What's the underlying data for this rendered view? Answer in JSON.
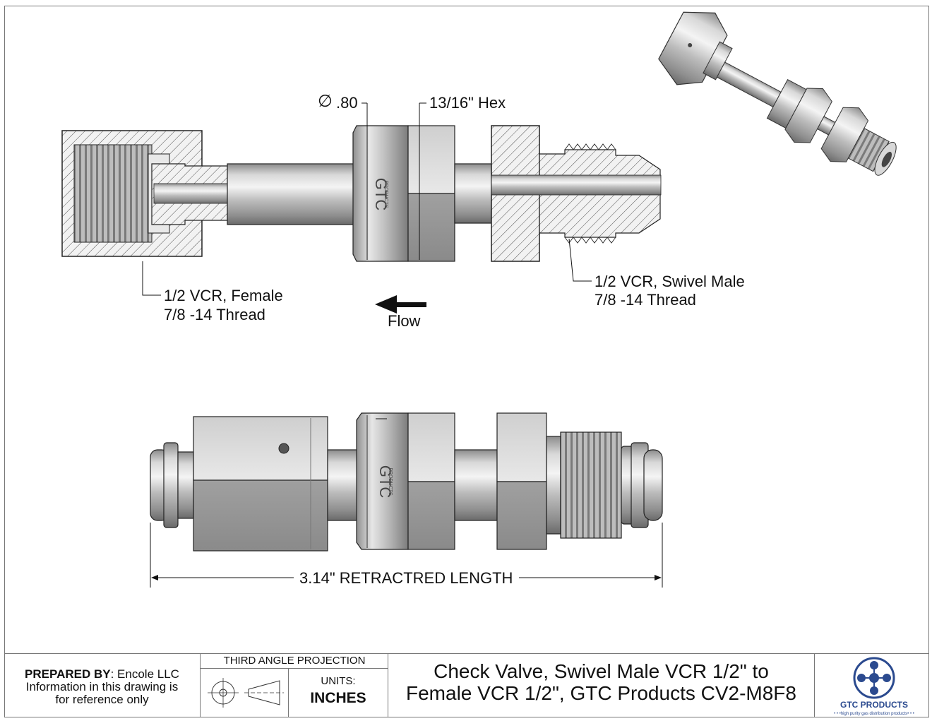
{
  "labels": {
    "diameter_symbol": "∅",
    "diameter": ".80",
    "hex": "13/16\" Hex",
    "female_line1": "1/2 VCR, Female",
    "female_line2": "7/8 -14 Thread",
    "male_line1": "1/2 VCR, Swivel Male",
    "male_line2": "7/8 -14 Thread",
    "flow": "Flow",
    "length": "3.14\" RETRACTRED LENGTH",
    "body_mark": "GTC",
    "body_sub": "PRODUCTS"
  },
  "title_block": {
    "prepared_label": "PREPARED BY",
    "prepared_value": ": Encole LLC",
    "info_line1": "Information in this drawing is",
    "info_line2": "for reference only",
    "projection": "THIRD ANGLE PROJECTION",
    "units_label": "UNITS:",
    "units_value": "INCHES",
    "title_line1": "Check Valve, Swivel Male VCR 1/2\" to",
    "title_line2": "Female VCR 1/2\", GTC Products CV2-M8F8",
    "logo_text": "GTC PRODUCTS",
    "logo_tagline": "• • •high purity gas distribution products• • •"
  },
  "colors": {
    "steel_light": "#e4e4e4",
    "steel_mid": "#a9a9a9",
    "steel_dark": "#6b6b6b",
    "hatch": "#555555",
    "logo_blue": "#2b4a8f"
  }
}
